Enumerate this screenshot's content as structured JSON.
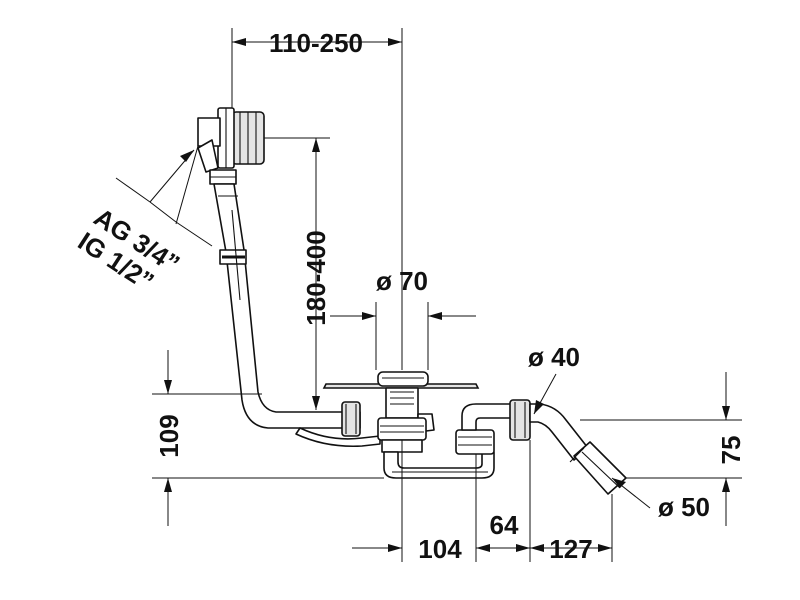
{
  "dimensions": {
    "overflow_adjust_range": "110-250",
    "overflow_height_range": "180-400",
    "drain_hole_diameter": "ø 70",
    "pipe_diameter_small": "ø 40",
    "pipe_diameter_large": "ø 50",
    "trap_height_left": "109",
    "outlet_height_right": "75",
    "offset_a": "104",
    "offset_b": "64",
    "offset_c": "127"
  },
  "thread_labels": {
    "external_thread": "AG 3/4”",
    "internal_thread": "IG 1/2”"
  }
}
